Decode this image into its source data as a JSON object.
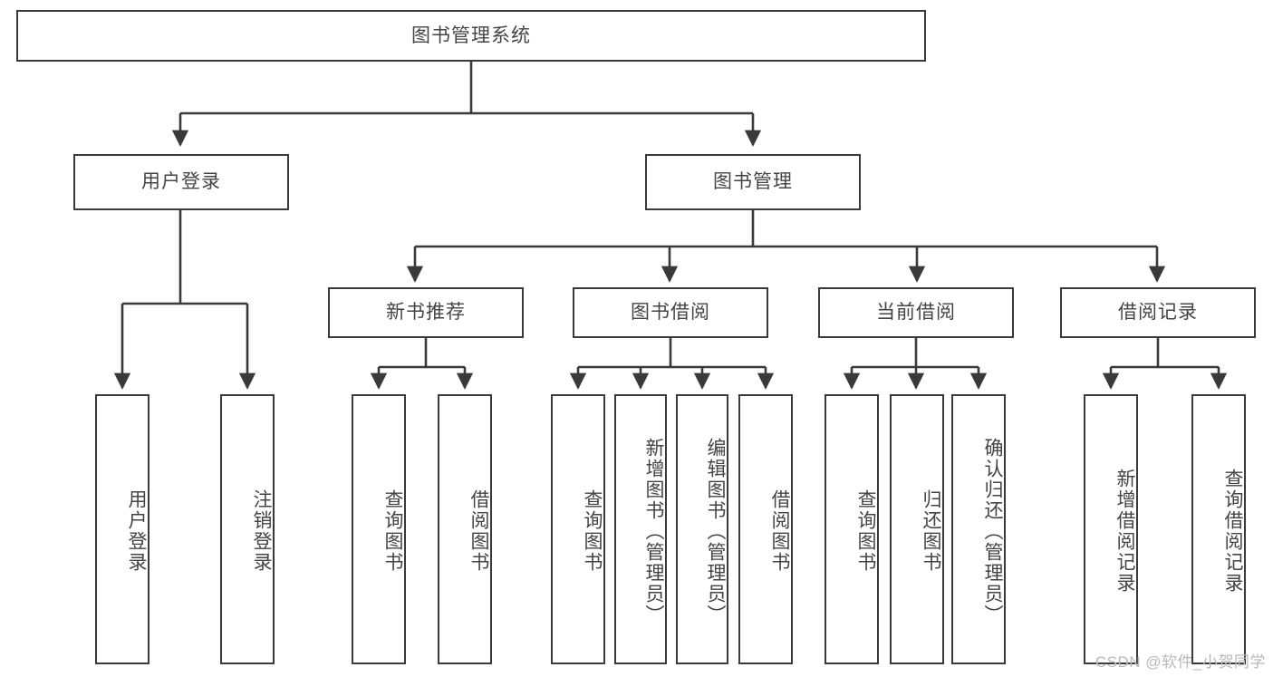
{
  "diagram": {
    "title": "图书管理系统",
    "type": "tree-hierarchy-chart",
    "orientation": "top-down",
    "colors": {
      "node_border": "#3a3a3a",
      "node_fill": "#ffffff",
      "text": "#444444",
      "edge": "#3a3a3a",
      "background": "#ffffff",
      "watermark": "#b9b9b9"
    },
    "root": {
      "label": "图书管理系统",
      "orientation": "horizontal"
    },
    "level2": [
      {
        "label": "用户登录",
        "orientation": "horizontal"
      },
      {
        "label": "图书管理",
        "orientation": "horizontal"
      }
    ],
    "level3": [
      {
        "label": "新书推荐",
        "orientation": "horizontal"
      },
      {
        "label": "图书借阅",
        "orientation": "horizontal"
      },
      {
        "label": "当前借阅",
        "orientation": "horizontal"
      },
      {
        "label": "借阅记录",
        "orientation": "horizontal"
      }
    ],
    "leaves": {
      "user_login": [
        {
          "label": "用户登录",
          "orientation": "vertical"
        },
        {
          "label": "注销登录",
          "orientation": "vertical"
        }
      ],
      "new_book_recommend": [
        {
          "label": "查询图书",
          "orientation": "vertical"
        },
        {
          "label": "借阅图书",
          "orientation": "vertical"
        }
      ],
      "book_borrow": [
        {
          "label": "查询图书",
          "orientation": "vertical"
        },
        {
          "label": "新增图书（管理员）",
          "orientation": "vertical"
        },
        {
          "label": "编辑图书（管理员）",
          "orientation": "vertical"
        },
        {
          "label": "借阅图书",
          "orientation": "vertical"
        }
      ],
      "current_borrow": [
        {
          "label": "查询图书",
          "orientation": "vertical"
        },
        {
          "label": "归还图书",
          "orientation": "vertical"
        },
        {
          "label": "确认归还（管理员）",
          "orientation": "vertical"
        }
      ],
      "borrow_record": [
        {
          "label": "新增借阅记录",
          "orientation": "vertical"
        },
        {
          "label": "查询借阅记录",
          "orientation": "vertical"
        }
      ]
    },
    "watermark": "CSDN @软件_小贺同学"
  }
}
